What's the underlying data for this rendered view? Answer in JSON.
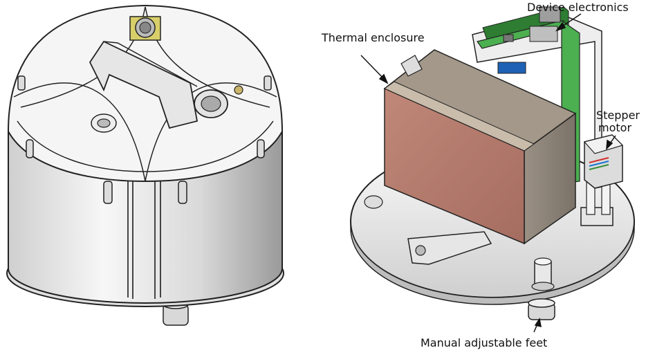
{
  "labels": {
    "device_electronics": "Device electronics",
    "thermal_enclosure": "Thermal enclosure",
    "stepper_motor_line1": "Stepper",
    "stepper_motor_line2": "motor",
    "manual_adjustable_feet": "Manual adjustable feet"
  },
  "colors": {
    "background": "#ffffff",
    "outline": "#222222",
    "housing_light": "#f4f4f4",
    "housing_shade": "#bdbdbd",
    "pcb_green": "#4caf50",
    "enclosure_front": "#b5776a",
    "enclosure_side": "#8a7f74",
    "enclosure_top": "#a39889",
    "box_gray": "#eeeeee"
  }
}
